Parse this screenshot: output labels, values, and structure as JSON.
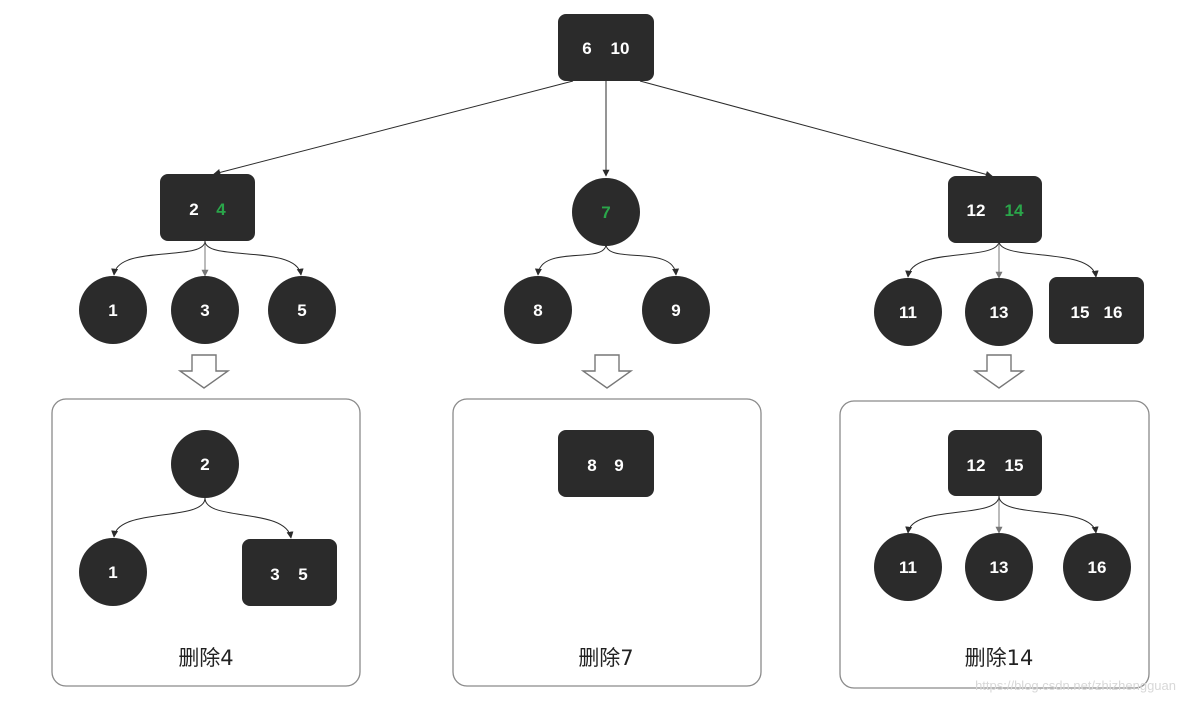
{
  "colors": {
    "node_fill": "#2b2b2b",
    "key_text": "#ffffff",
    "highlight_key": "#2aa64a",
    "edge": "#2b2b2b",
    "panel_border": "#8a8a8a"
  },
  "tree": {
    "root": {
      "keys": [
        "6",
        "10"
      ]
    },
    "left": {
      "keys": [
        "2",
        "4"
      ],
      "highlight": [
        "4"
      ],
      "children": [
        [
          "1"
        ],
        [
          "3"
        ],
        [
          "5"
        ]
      ]
    },
    "middle": {
      "keys": [
        "7"
      ],
      "highlight": [
        "7"
      ],
      "children": [
        [
          "8"
        ],
        [
          "9"
        ]
      ]
    },
    "right": {
      "keys": [
        "12",
        "14"
      ],
      "highlight": [
        "14"
      ],
      "children": [
        [
          "11"
        ],
        [
          "13"
        ],
        [
          "15",
          "16"
        ]
      ]
    }
  },
  "results": [
    {
      "title": "删除4",
      "parent": [
        "2"
      ],
      "children": [
        [
          "1"
        ],
        [
          "3",
          "5"
        ]
      ]
    },
    {
      "title": "删除7",
      "parent": [
        "8",
        "9"
      ],
      "children": []
    },
    {
      "title": "删除14",
      "parent": [
        "12",
        "15"
      ],
      "children": [
        [
          "11"
        ],
        [
          "13"
        ],
        [
          "16"
        ]
      ]
    }
  ],
  "watermark": "https://blog.csdn.net/zhizhengguan"
}
